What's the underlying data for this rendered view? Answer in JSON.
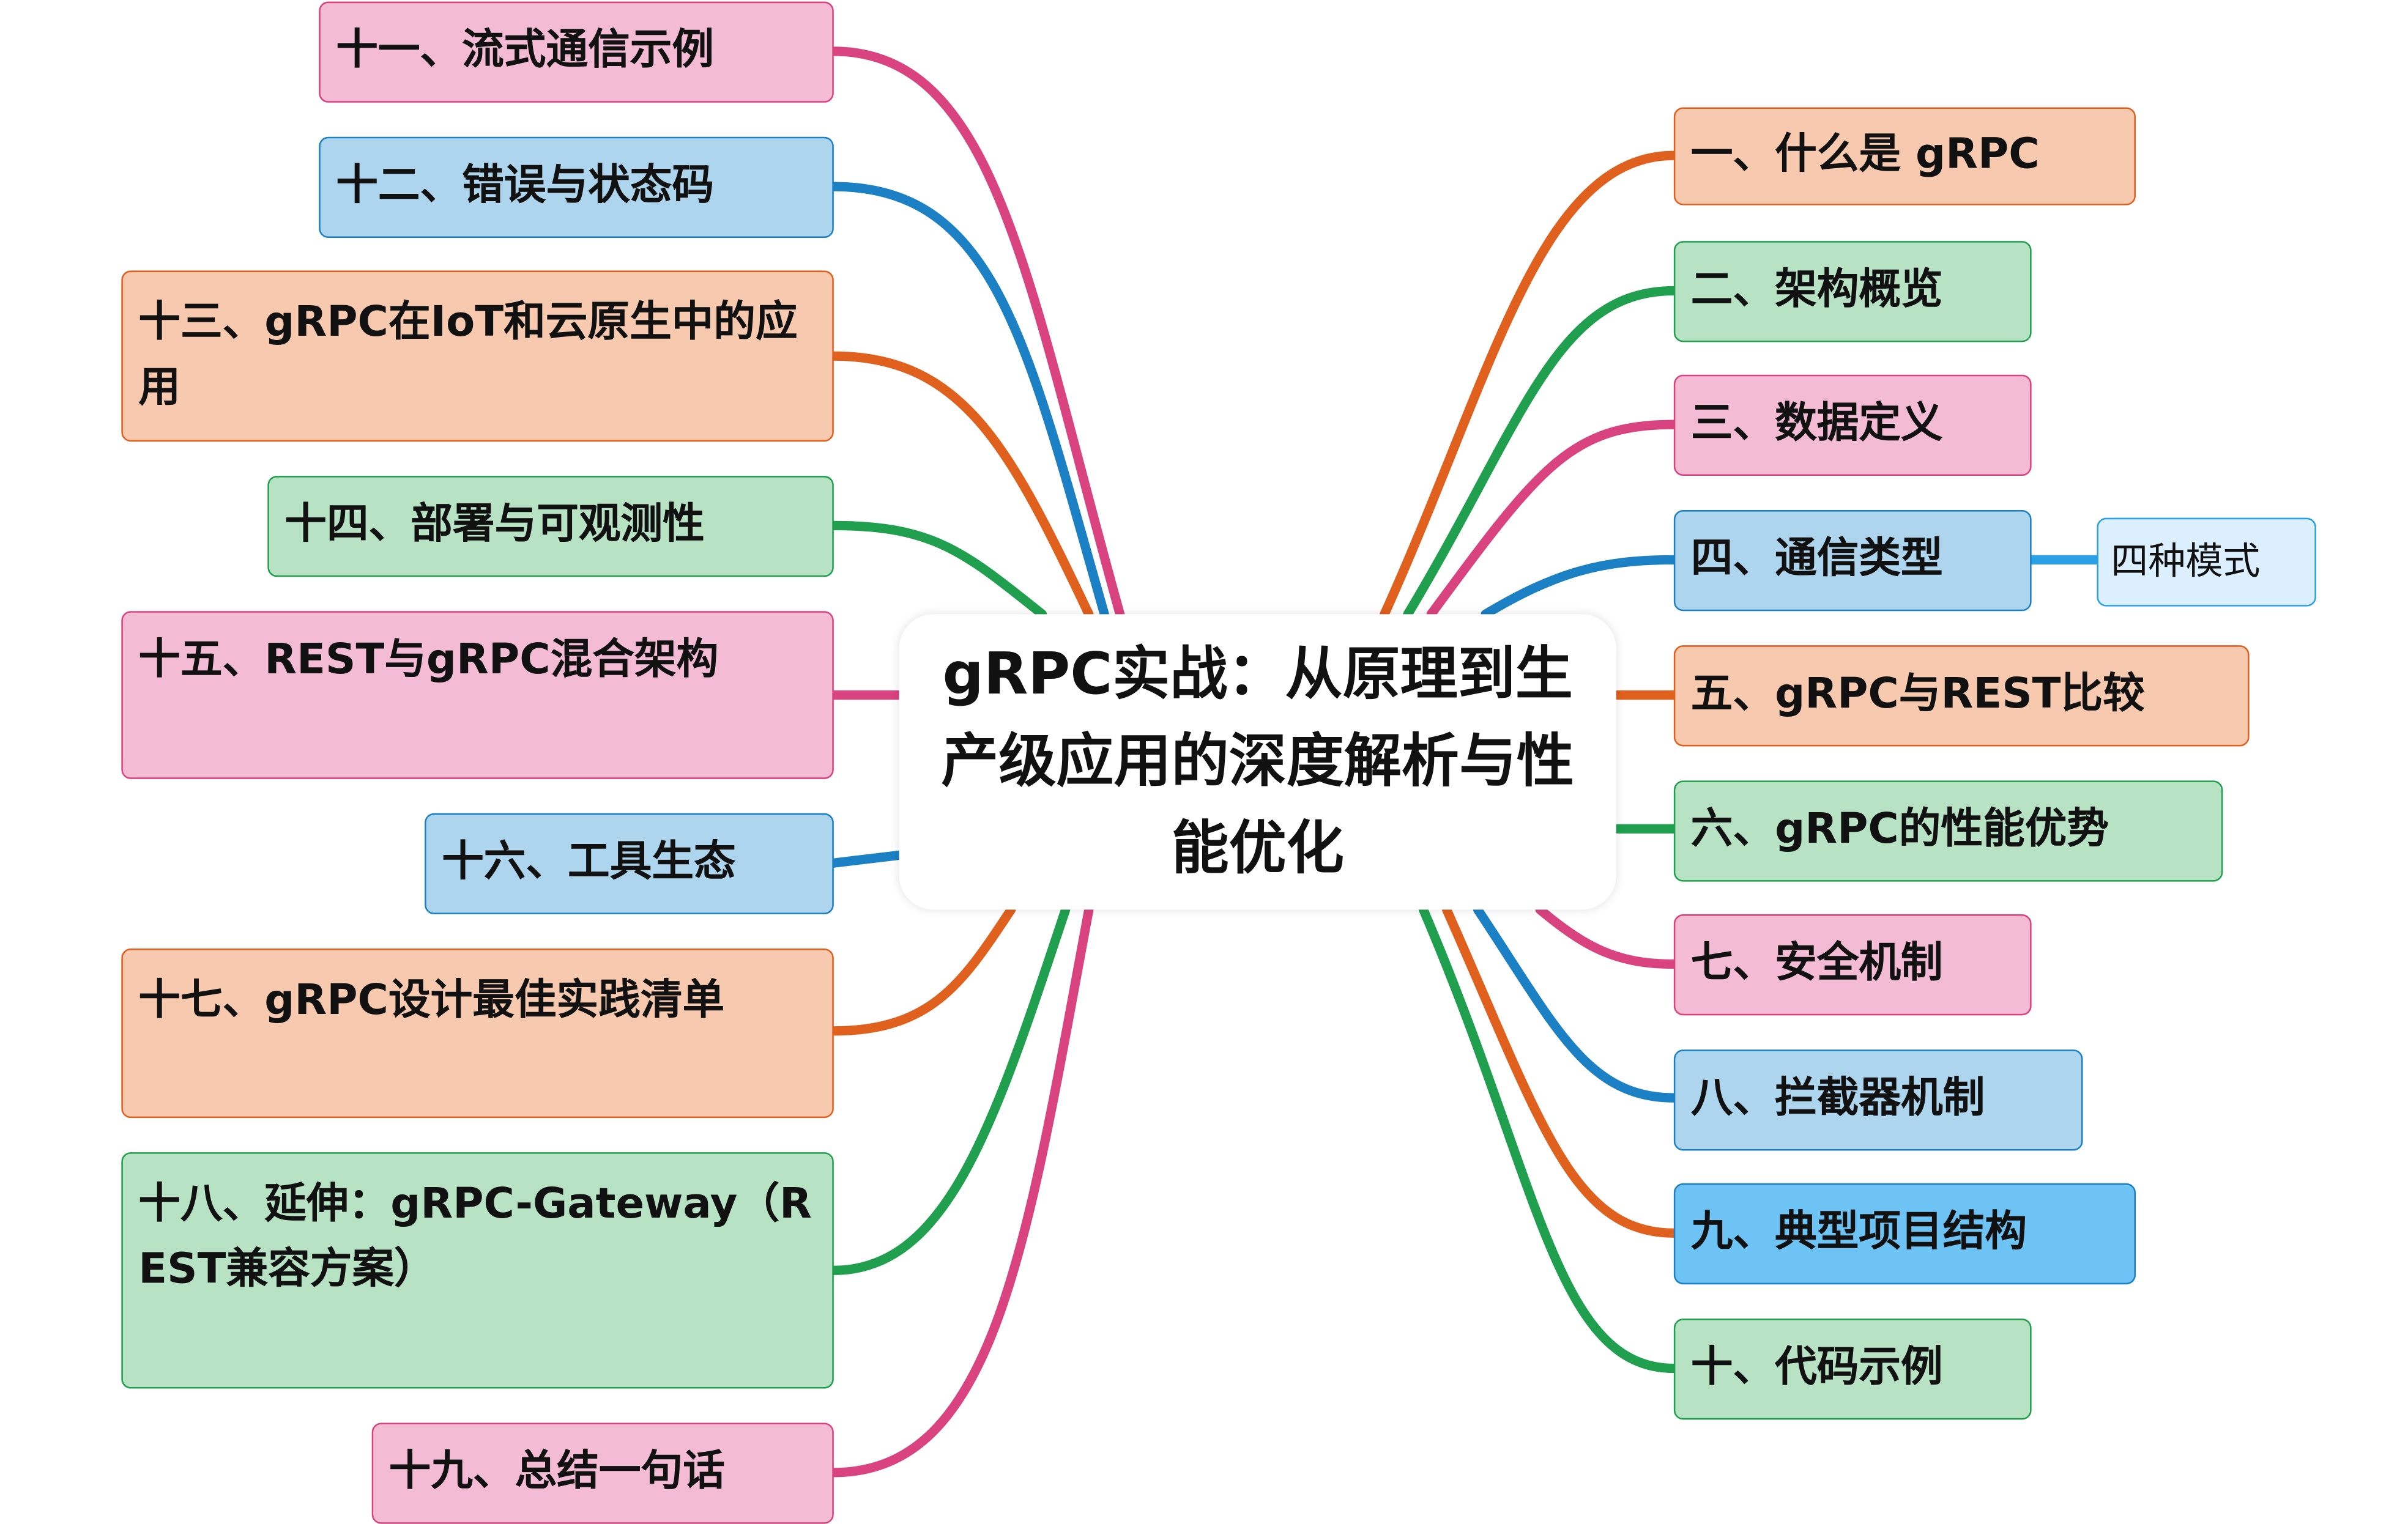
{
  "central_topic": "gRPC实战：从原理到生产级应用的深度解析与性能优化",
  "colors": {
    "pink": "#d9437f",
    "blue": "#1b80c4",
    "orange": "#e0601e",
    "green": "#20a04e",
    "light_blue": "#2aa0e6"
  },
  "right_branches": [
    {
      "label": "一、什么是 gRPC"
    },
    {
      "label": "二、架构概览"
    },
    {
      "label": "三、数据定义"
    },
    {
      "label": "四、通信类型",
      "child": "四种模式"
    },
    {
      "label": "五、gRPC与REST比较"
    },
    {
      "label": "六、gRPC的性能优势"
    },
    {
      "label": "七、安全机制"
    },
    {
      "label": "八、拦截器机制"
    },
    {
      "label": "九、典型项目结构"
    },
    {
      "label": "十、代码示例"
    }
  ],
  "left_branches": [
    {
      "label": "十一、流式通信示例"
    },
    {
      "label": "十二、错误与状态码"
    },
    {
      "label": "十三、gRPC在IoT和云原生中的应用"
    },
    {
      "label": "十四、部署与可观测性"
    },
    {
      "label": "十五、REST与gRPC混合架构"
    },
    {
      "label": "十六、工具生态"
    },
    {
      "label": "十七、gRPC设计最佳实践清单"
    },
    {
      "label": "十八、延伸：gRPC-Gateway（REST兼容方案）"
    },
    {
      "label": "十九、总结一句话"
    }
  ]
}
